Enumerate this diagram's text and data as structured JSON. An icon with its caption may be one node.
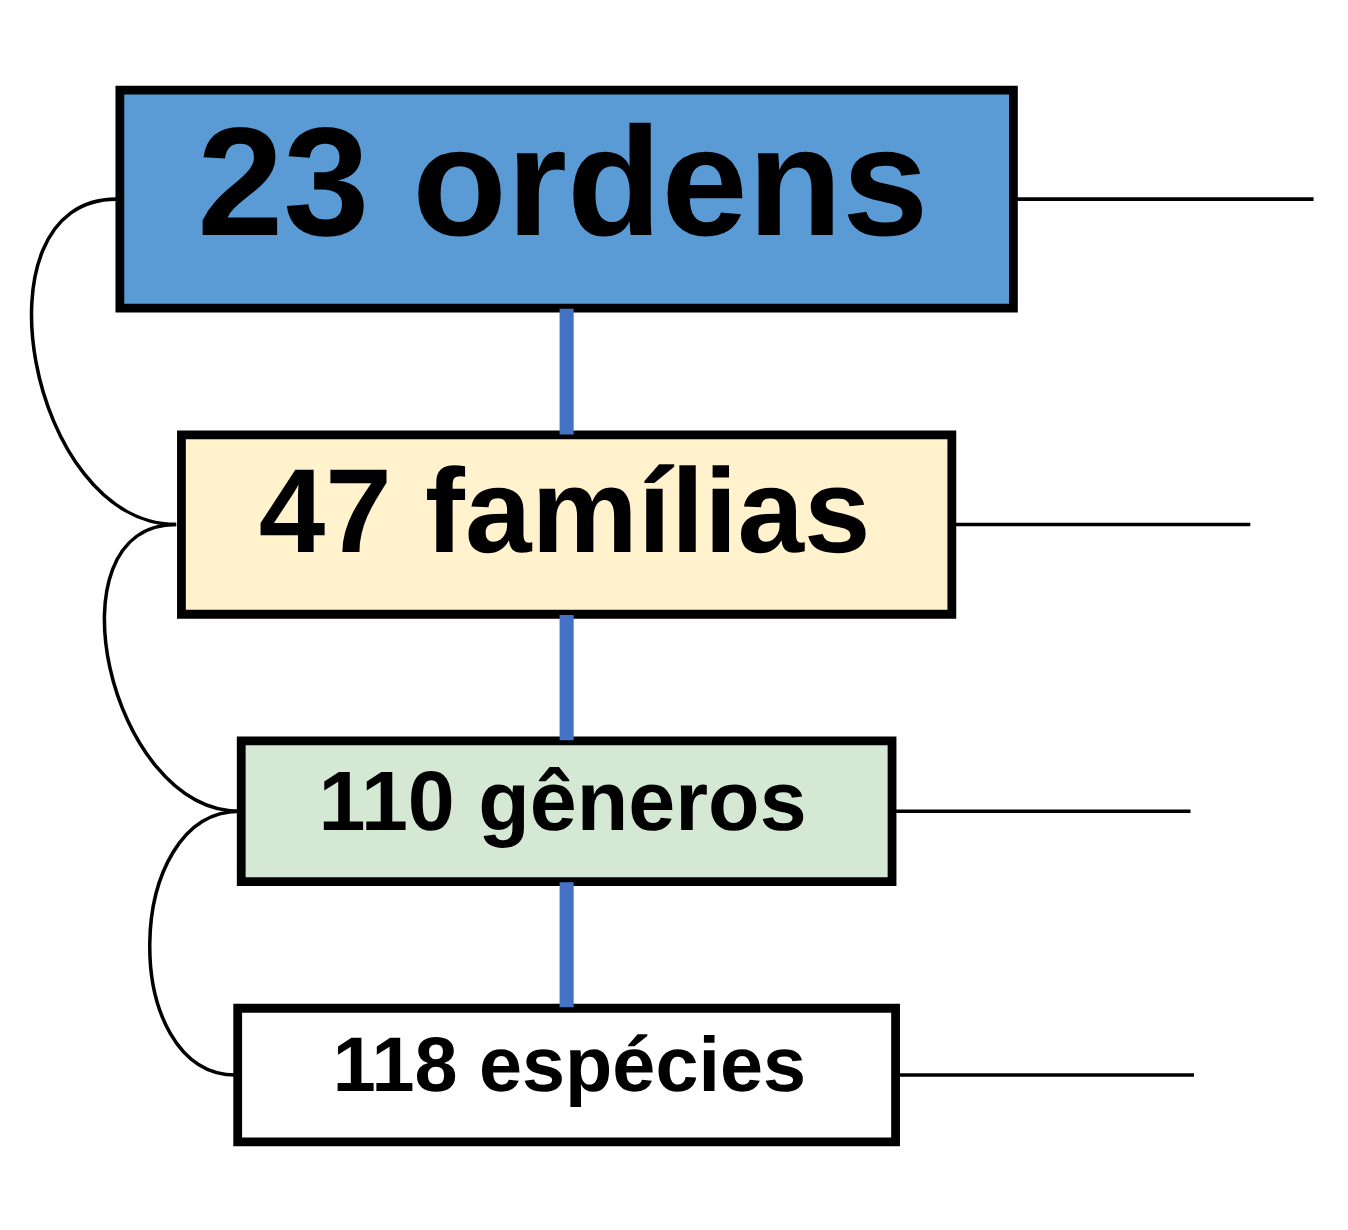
{
  "diagram": {
    "nodes": [
      {
        "text": [
          "23 ordens"
        ]
      },
      {
        "text": [
          "47 famílias"
        ]
      },
      {
        "text": [
          "110 gêneros"
        ]
      },
      {
        "text": [
          "118 espécies"
        ]
      }
    ],
    "edges": [
      {
        "from": 0,
        "to": 1,
        "arrow": "none",
        "style": "thick",
        "color": "#4472c4"
      },
      {
        "from": 1,
        "to": 2,
        "arrow": "none",
        "style": "thick",
        "color": "#4472c4"
      },
      {
        "from": 2,
        "to": 3,
        "arrow": "none",
        "style": "thick",
        "color": "#4472c4"
      },
      {
        "from": 0,
        "to": 1,
        "arrow": "none"
      },
      {
        "from": 1,
        "to": 2,
        "arrow": "none"
      },
      {
        "from": 2,
        "to": 3,
        "arrow": "none"
      },
      {
        "from": 0,
        "to": null,
        "arrow": "none"
      },
      {
        "from": 1,
        "to": null,
        "arrow": "none"
      },
      {
        "from": 2,
        "to": null,
        "arrow": "none"
      },
      {
        "from": 3,
        "to": null,
        "arrow": "none"
      }
    ]
  }
}
